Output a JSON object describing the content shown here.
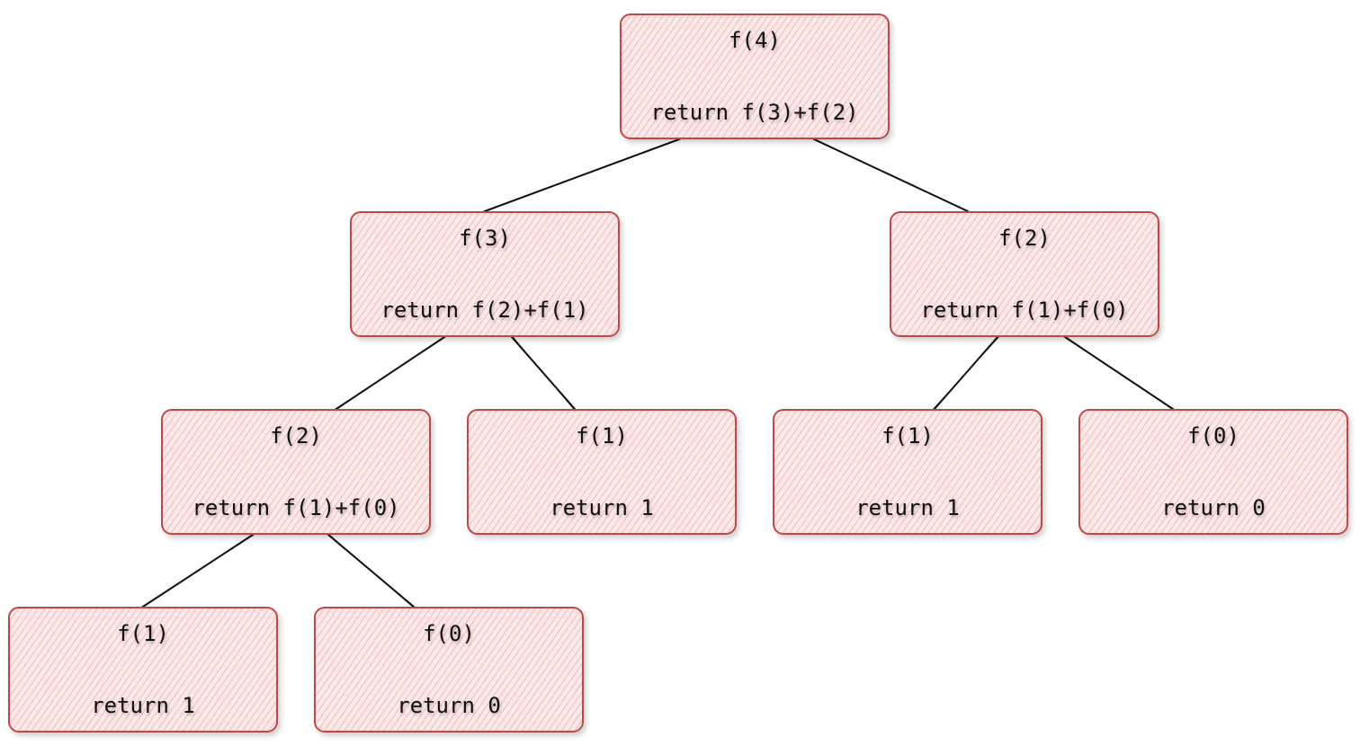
{
  "nodes": [
    {
      "id": "n1",
      "call": "f(4)",
      "ret": "return f(3)+f(2)"
    },
    {
      "id": "n2",
      "call": "f(3)",
      "ret": "return f(2)+f(1)"
    },
    {
      "id": "n3",
      "call": "f(2)",
      "ret": "return f(1)+f(0)"
    },
    {
      "id": "n4",
      "call": "f(2)",
      "ret": "return f(1)+f(0)"
    },
    {
      "id": "n5",
      "call": "f(1)",
      "ret": "return 1"
    },
    {
      "id": "n6",
      "call": "f(1)",
      "ret": "return 1"
    },
    {
      "id": "n7",
      "call": "f(0)",
      "ret": "return 0"
    },
    {
      "id": "n8",
      "call": "f(1)",
      "ret": "return 1"
    },
    {
      "id": "n9",
      "call": "f(0)",
      "ret": "return 0"
    }
  ],
  "edges": [
    {
      "from": "n1",
      "to": "n2"
    },
    {
      "from": "n1",
      "to": "n3"
    },
    {
      "from": "n2",
      "to": "n4"
    },
    {
      "from": "n2",
      "to": "n5"
    },
    {
      "from": "n3",
      "to": "n6"
    },
    {
      "from": "n3",
      "to": "n7"
    },
    {
      "from": "n4",
      "to": "n8"
    },
    {
      "from": "n4",
      "to": "n9"
    }
  ]
}
